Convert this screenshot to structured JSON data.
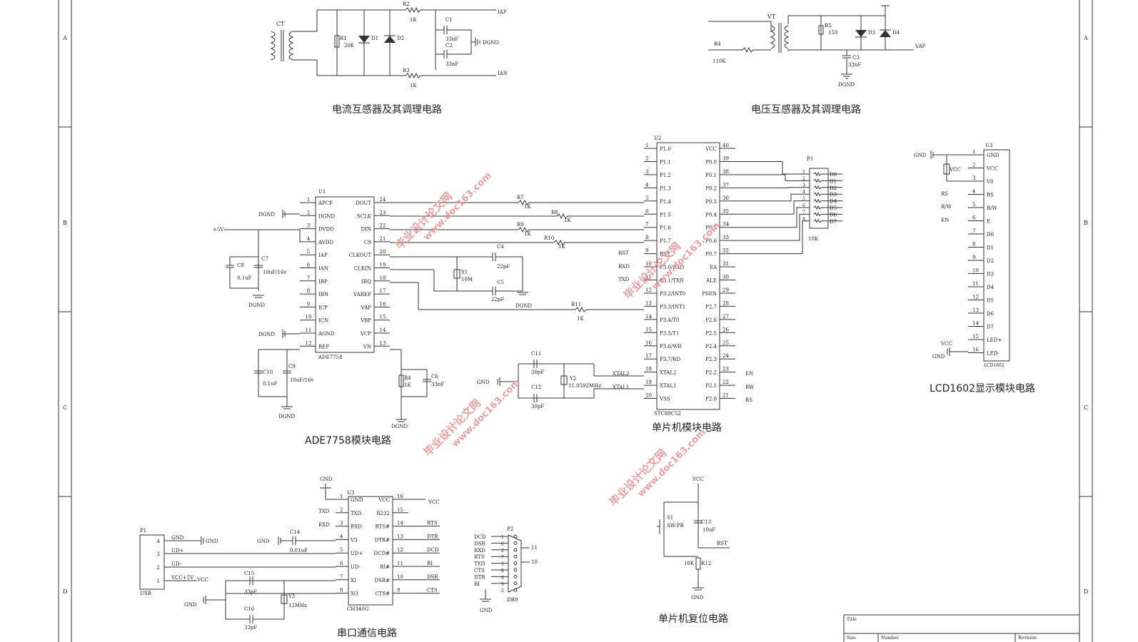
{
  "borders": {
    "rows": [
      "A",
      "B",
      "C",
      "D"
    ]
  },
  "captions": {
    "current_ct": "电流互感器及其调理电路",
    "voltage_vt": "电压互感器及其调理电路",
    "ade7758": "ADE7758模块电路",
    "mcu": "单片机模块电路",
    "lcd": "LCD1602显示模块电路",
    "serial": "串口通信电路",
    "reset": "单片机复位电路"
  },
  "ct": {
    "ct": "CT",
    "r1": "R1",
    "r1v": "20K",
    "d1": "D1",
    "d2": "D2",
    "r2": "R2",
    "r2v": "1K",
    "r3": "R3",
    "r3v": "1K",
    "c1": "C1",
    "c1v": "33nF",
    "c2": "C2",
    "c2v": "33nF",
    "iap": "IAP",
    "ian": "IAN",
    "dgnd": "DGND"
  },
  "vt": {
    "vt": "VT",
    "r4": "R4",
    "r4v": "110K",
    "r5": "R5",
    "r5v": "150",
    "d3": "D3",
    "d4": "D4",
    "c3": "C3",
    "c3v": "33nF",
    "vap": "VAP",
    "dgnd": "DGND"
  },
  "ade": {
    "u1": "U1",
    "part": "ADE7758",
    "left_pins": [
      {
        "n": "1",
        "name": "APCF"
      },
      {
        "n": "2",
        "name": "DGND"
      },
      {
        "n": "3",
        "name": "DVDD"
      },
      {
        "n": "4",
        "name": "AVDD"
      },
      {
        "n": "5",
        "name": "IAP"
      },
      {
        "n": "6",
        "name": "IAN"
      },
      {
        "n": "7",
        "name": "IBP"
      },
      {
        "n": "8",
        "name": "IBN"
      },
      {
        "n": "9",
        "name": "ICP"
      },
      {
        "n": "10",
        "name": "ICN"
      },
      {
        "n": "11",
        "name": "AGND"
      },
      {
        "n": "12",
        "name": "REF"
      }
    ],
    "right_pins": [
      {
        "n": "24",
        "name": "DOUT"
      },
      {
        "n": "23",
        "name": "SCLK"
      },
      {
        "n": "22",
        "name": "DIN"
      },
      {
        "n": "21",
        "name": "CS"
      },
      {
        "n": "20",
        "name": "CLKOUT"
      },
      {
        "n": "19",
        "name": "CLKIN"
      },
      {
        "n": "18",
        "name": "IRQ"
      },
      {
        "n": "17",
        "name": "VAREF"
      },
      {
        "n": "16",
        "name": "VAP"
      },
      {
        "n": "15",
        "name": "VBP"
      },
      {
        "n": "14",
        "name": "VCP"
      },
      {
        "n": "13",
        "name": "VN"
      }
    ],
    "plus5v": "+5V",
    "dgnd": "DGND",
    "c8": "C8",
    "c8v": "0.1uF",
    "c7": "C7",
    "c7v": "10uF/16v",
    "c10": "C10",
    "c10v": "0.1uF",
    "c9": "C9",
    "c9v": "10uF/16v",
    "c4": "C4",
    "c4v": "22pF",
    "c5": "C5",
    "c5v": "22pF",
    "y1": "Y1",
    "y1v": "10M",
    "r4": "R4",
    "r4v": "1K",
    "c6": "C6",
    "c6v": "33nF",
    "r7": "R7",
    "r8": "R8",
    "r9": "R9",
    "r10": "R10",
    "r11": "R11",
    "rk": "1K"
  },
  "mcu": {
    "u2": "U2",
    "part": "STC89C52",
    "left_pins": [
      {
        "n": "1",
        "name": "P1.0"
      },
      {
        "n": "2",
        "name": "P1.1"
      },
      {
        "n": "3",
        "name": "P1.2"
      },
      {
        "n": "4",
        "name": "P1.3"
      },
      {
        "n": "5",
        "name": "P1.4"
      },
      {
        "n": "6",
        "name": "P1.5"
      },
      {
        "n": "7",
        "name": "P1.6"
      },
      {
        "n": "8",
        "name": "P1.7"
      },
      {
        "n": "9",
        "name": "RST"
      },
      {
        "n": "10",
        "name": "P3.0/RXD"
      },
      {
        "n": "11",
        "name": "P3.1/TXD"
      },
      {
        "n": "12",
        "name": "P3.2/INT0"
      },
      {
        "n": "13",
        "name": "P3.3/INT1"
      },
      {
        "n": "14",
        "name": "P3.4/T0"
      },
      {
        "n": "15",
        "name": "P3.5/T1"
      },
      {
        "n": "16",
        "name": "P3.6/WR"
      },
      {
        "n": "17",
        "name": "P3.7/RD"
      },
      {
        "n": "18",
        "name": "XTAL2"
      },
      {
        "n": "19",
        "name": "XTAL1"
      },
      {
        "n": "20",
        "name": "VSS"
      }
    ],
    "right_pins": [
      {
        "n": "40",
        "name": "VCC"
      },
      {
        "n": "39",
        "name": "P0.0"
      },
      {
        "n": "38",
        "name": "P0.1"
      },
      {
        "n": "37",
        "name": "P0.2"
      },
      {
        "n": "36",
        "name": "P0.3"
      },
      {
        "n": "35",
        "name": "P0.4"
      },
      {
        "n": "34",
        "name": "P0.5"
      },
      {
        "n": "33",
        "name": "P0.6"
      },
      {
        "n": "32",
        "name": "P0.7"
      },
      {
        "n": "31",
        "name": "EA"
      },
      {
        "n": "30",
        "name": "ALE"
      },
      {
        "n": "29",
        "name": "PSEN"
      },
      {
        "n": "28",
        "name": "P2.7"
      },
      {
        "n": "27",
        "name": "P2.6"
      },
      {
        "n": "26",
        "name": "P2.5"
      },
      {
        "n": "25",
        "name": "P2.4"
      },
      {
        "n": "24",
        "name": "P2.3"
      },
      {
        "n": "23",
        "name": "P2.2"
      },
      {
        "n": "22",
        "name": "P2.1"
      },
      {
        "n": "21",
        "name": "P2.0"
      }
    ],
    "left_nets": {
      "rst": "RST",
      "rxd": "RXD",
      "txd": "TXD"
    },
    "xtal2": "XTAL2",
    "xtal1": "XTAL1",
    "right_nets": {
      "en": "EN",
      "rw": "RW",
      "rs": "RS"
    },
    "c11": "C11",
    "c11v": "30pF",
    "c12": "C12",
    "c12v": "30pF",
    "y2": "Y2",
    "y2v": "11.0592MHz",
    "gnd": "GND",
    "p1": "P1",
    "p1v": "10K",
    "d_nets": [
      "D0",
      "D1",
      "D2",
      "D3",
      "D4",
      "D5",
      "D6",
      "D7"
    ]
  },
  "lcd": {
    "u3": "U3",
    "part": "LCD1602",
    "pins": [
      {
        "n": "1",
        "name": "GND"
      },
      {
        "n": "2",
        "name": "VCC"
      },
      {
        "n": "3",
        "name": "V0"
      },
      {
        "n": "4",
        "name": "RS"
      },
      {
        "n": "5",
        "name": "R/W"
      },
      {
        "n": "6",
        "name": "E"
      },
      {
        "n": "7",
        "name": "D0"
      },
      {
        "n": "8",
        "name": "D1"
      },
      {
        "n": "9",
        "name": "D2"
      },
      {
        "n": "10",
        "name": "D3"
      },
      {
        "n": "11",
        "name": "D4"
      },
      {
        "n": "12",
        "name": "D5"
      },
      {
        "n": "13",
        "name": "D6"
      },
      {
        "n": "14",
        "name": "D7"
      },
      {
        "n": "15",
        "name": "LED+"
      },
      {
        "n": "16",
        "name": "LED-"
      }
    ],
    "gnd": "GND",
    "vcc": "VCC",
    "rs": "RS",
    "rw": "R/W",
    "en": "EN"
  },
  "serial": {
    "u3": "U3",
    "part": "CH340G",
    "gnd": "GND",
    "vcc": "VCC",
    "left_pins": [
      {
        "n": "1",
        "name": "GND"
      },
      {
        "n": "2",
        "name": "TXD"
      },
      {
        "n": "3",
        "name": "RXD"
      },
      {
        "n": "4",
        "name": "V3"
      },
      {
        "n": "5",
        "name": "UD+"
      },
      {
        "n": "6",
        "name": "UD-"
      },
      {
        "n": "7",
        "name": "XI"
      },
      {
        "n": "8",
        "name": "XO"
      }
    ],
    "right_pins": [
      {
        "n": "16",
        "name": "VCC"
      },
      {
        "n": "15",
        "name": "R232"
      },
      {
        "n": "14",
        "name": "RTS#"
      },
      {
        "n": "13",
        "name": "DTR#"
      },
      {
        "n": "12",
        "name": "DCD#"
      },
      {
        "n": "11",
        "name": "RI#"
      },
      {
        "n": "10",
        "name": "DSR#"
      },
      {
        "n": "9",
        "name": "CTS#"
      }
    ],
    "left_nets": {
      "txd": "TXD",
      "rxd": "RXD"
    },
    "right_nets": [
      "RTS",
      "DTR",
      "DCD",
      "RI",
      "DSR",
      "CTS"
    ],
    "c14": "C14",
    "c14v": "0.01uF",
    "c15": "C15",
    "c15v": "33pF",
    "c16": "C16",
    "c16v": "33pF",
    "y3": "Y3",
    "y3v": "12MHz",
    "usb": {
      "ref": "P1",
      "name": "USB",
      "pins": [
        "4",
        "3",
        "2",
        "1"
      ],
      "labels": [
        "GND",
        "UD+",
        "UD-",
        "VCC+5V"
      ],
      "vcc": "VCC",
      "gnd": "GND"
    },
    "db9": {
      "ref": "P2",
      "name": "DB9",
      "labels": [
        "DCD",
        "DSR",
        "RXD",
        "RTS",
        "TXD",
        "CTS",
        "DTR",
        "RI"
      ],
      "pins": [
        "1",
        "6",
        "2",
        "7",
        "3",
        "8",
        "4",
        "9",
        "5"
      ],
      "shell": [
        "11",
        "10"
      ]
    }
  },
  "reset": {
    "vcc": "VCC",
    "s1": "S1",
    "s1v": "SW-PB",
    "c13": "C13",
    "c13v": "10uF",
    "rst": "RST",
    "r12": "R12",
    "r12v": "10K",
    "gnd": "GND"
  },
  "title_block": {
    "title": "Title",
    "size": "Size",
    "number": "Number",
    "revision": "Revision"
  },
  "watermarks": [
    {
      "line1": "毕业设计论文网",
      "line2": "www.doc163.com"
    },
    {
      "line1": "毕业设计论文网",
      "line2": "www.doc163.com"
    },
    {
      "line1": "毕业设计论文网",
      "line2": "www.doc163.com"
    },
    {
      "line1": "毕业设计论文网",
      "line2": "www.doc163.com"
    }
  ]
}
